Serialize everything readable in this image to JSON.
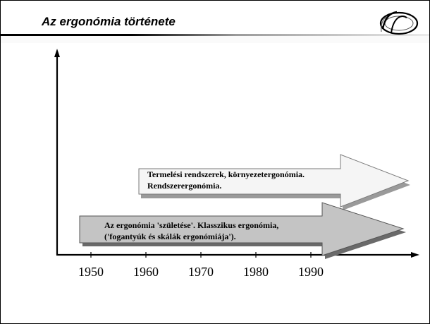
{
  "slide": {
    "title": "Az ergonómia története",
    "logo": {
      "icon": "ergonomics-logo-icon"
    }
  },
  "timeline": {
    "years": [
      "1950",
      "1960",
      "1970",
      "1980",
      "1990"
    ],
    "arrows": [
      {
        "id": "upper",
        "lines": [
          "Termelési rendszerek, környezetergonómia.",
          "Rendszerergonómia."
        ],
        "fill": "#f5f5f5",
        "start_year": 1958
      },
      {
        "id": "lower",
        "lines": [
          "Az ergonómia 'születése'. Klasszikus ergonómia,",
          "('fogantyúk és skálák ergonómiája')."
        ],
        "fill": "#c4c4c4",
        "start_year": 1946
      }
    ]
  },
  "colors": {
    "rule_dark": "#000000",
    "rule_light": "#d9d9d9",
    "arrow_upper": "#f5f5f5",
    "arrow_lower": "#c4c4c4"
  }
}
